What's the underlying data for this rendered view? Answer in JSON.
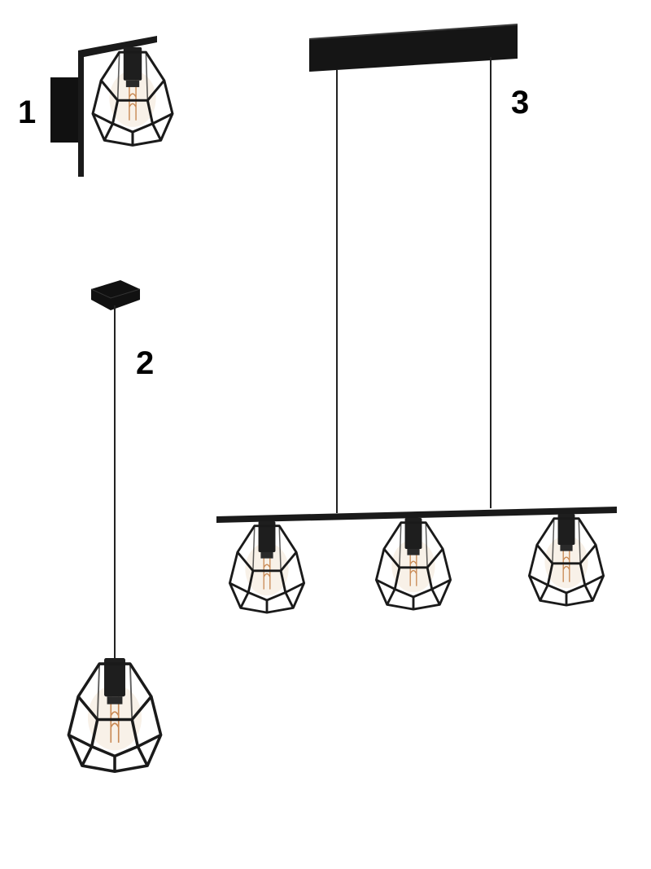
{
  "labels": {
    "wall_lamp": "1",
    "single_pendant": "2",
    "triple_pendant": "3"
  },
  "colors": {
    "metal": "#1a1a1a",
    "bulb": "#f3e6d6",
    "filament": "#c98a55",
    "background": "#ffffff"
  },
  "products": [
    {
      "number": "1",
      "kind": "wall lamp",
      "shades": 1
    },
    {
      "number": "2",
      "kind": "single pendant",
      "shades": 1
    },
    {
      "number": "3",
      "kind": "three-light bar pendant",
      "shades": 3
    }
  ]
}
